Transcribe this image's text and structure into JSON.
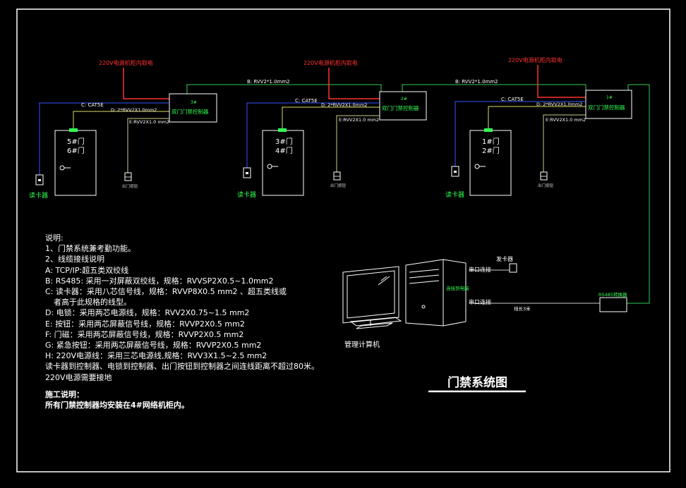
{
  "colors": {
    "background": "#000000",
    "frame": "#ffffff",
    "power_line": "#ff3030",
    "power_label": "#ff3030",
    "rs485_line": "#33cc55",
    "cat5e_line": "#3355ff",
    "lock_line": "#dddd66",
    "button_line": "#cccc88",
    "green_text": "#33ff55",
    "white_text": "#ffffff"
  },
  "groups": [
    {
      "power_label": "220V电源机柜内取电",
      "controller_number": "3#",
      "controller_label": "双门门禁控制器",
      "door_top": "5#门",
      "door_bottom": "6#门",
      "cat5e_label": "C: CAT5E",
      "lock_label": "D: 2*RVV2X1.0mm2",
      "button_label": "E:RVV2X1.0 mm2",
      "reader_label": "读卡器",
      "exit_button_label": "出门按钮"
    },
    {
      "power_label": "220V电源机柜内取电",
      "controller_number": "2#",
      "controller_label": "双门门禁控制器",
      "door_top": "3#门",
      "door_bottom": "4#门",
      "cat5e_label": "C: CAT5E",
      "lock_label": "D: 2*RVV2X1.0mm2",
      "button_label": "E:RVV2X1.0 mm2",
      "reader_label": "读卡器",
      "exit_button_label": "出门按钮"
    },
    {
      "power_label": "220V电源机柜内取电",
      "controller_number": "1#",
      "controller_label": "双门门禁控制器",
      "door_top": "1#门",
      "door_bottom": "2#门",
      "cat5e_label": "C: CAT5E",
      "lock_label": "D: 2*RVV2X1.0mm2",
      "button_label": "E:RVV2X1.0 mm2",
      "reader_label": "读卡器",
      "exit_button_label": "出门按钮"
    }
  ],
  "rs485_labels": [
    "B: RVV2*1.0mm2",
    "B: RVV2*1.0mm2"
  ],
  "computer": {
    "label": "管理计算机",
    "issuer_label": "发卡器",
    "serial_top": "串口连接",
    "serial_bottom": "串口连接",
    "to_computer": "连接到电脑",
    "converter_label": "RS485转换器",
    "length_label": "线长3米"
  },
  "notes": {
    "heading": "说明:",
    "lines": [
      "1、门禁系统兼考勤功能。",
      "2、线缆接线说明",
      "A: TCP/IP:超五类双绞线",
      "B: RS485: 采用一对屏蔽双绞线，规格：RVVSP2X0.5~1.0mm2",
      "C: 读卡器：采用八芯信号线，规格：RVVP8X0.5 mm2 、超五类线或",
      "D: 电锁：采用两芯电源线，规格：RVV2X0.75~1.5 mm2",
      "E: 按钮：采用两芯屏蔽信号线，规格：RVVP2X0.5 mm2",
      "F: 门磁：采用两芯屏蔽信号线，规格：RVVP2X0.5 mm2",
      "G: 紧急按钮：采用两芯屏蔽信号线，规格：RVVP2X0.5 mm2",
      "H: 220V电源线：采用三芯电源线,规格：RVV3X1.5~2.5 mm2",
      "读卡器到控制器、电锁到控制器、出门按钮到控制器之间连线距离不超过80米。",
      "220V电源需要接地"
    ],
    "indent_line": "者高于此规格的线型。",
    "construction_heading": "施工说明：",
    "construction_text": "所有门禁控制器均安装在4#网络机柜内。"
  },
  "title": "门禁系统图"
}
